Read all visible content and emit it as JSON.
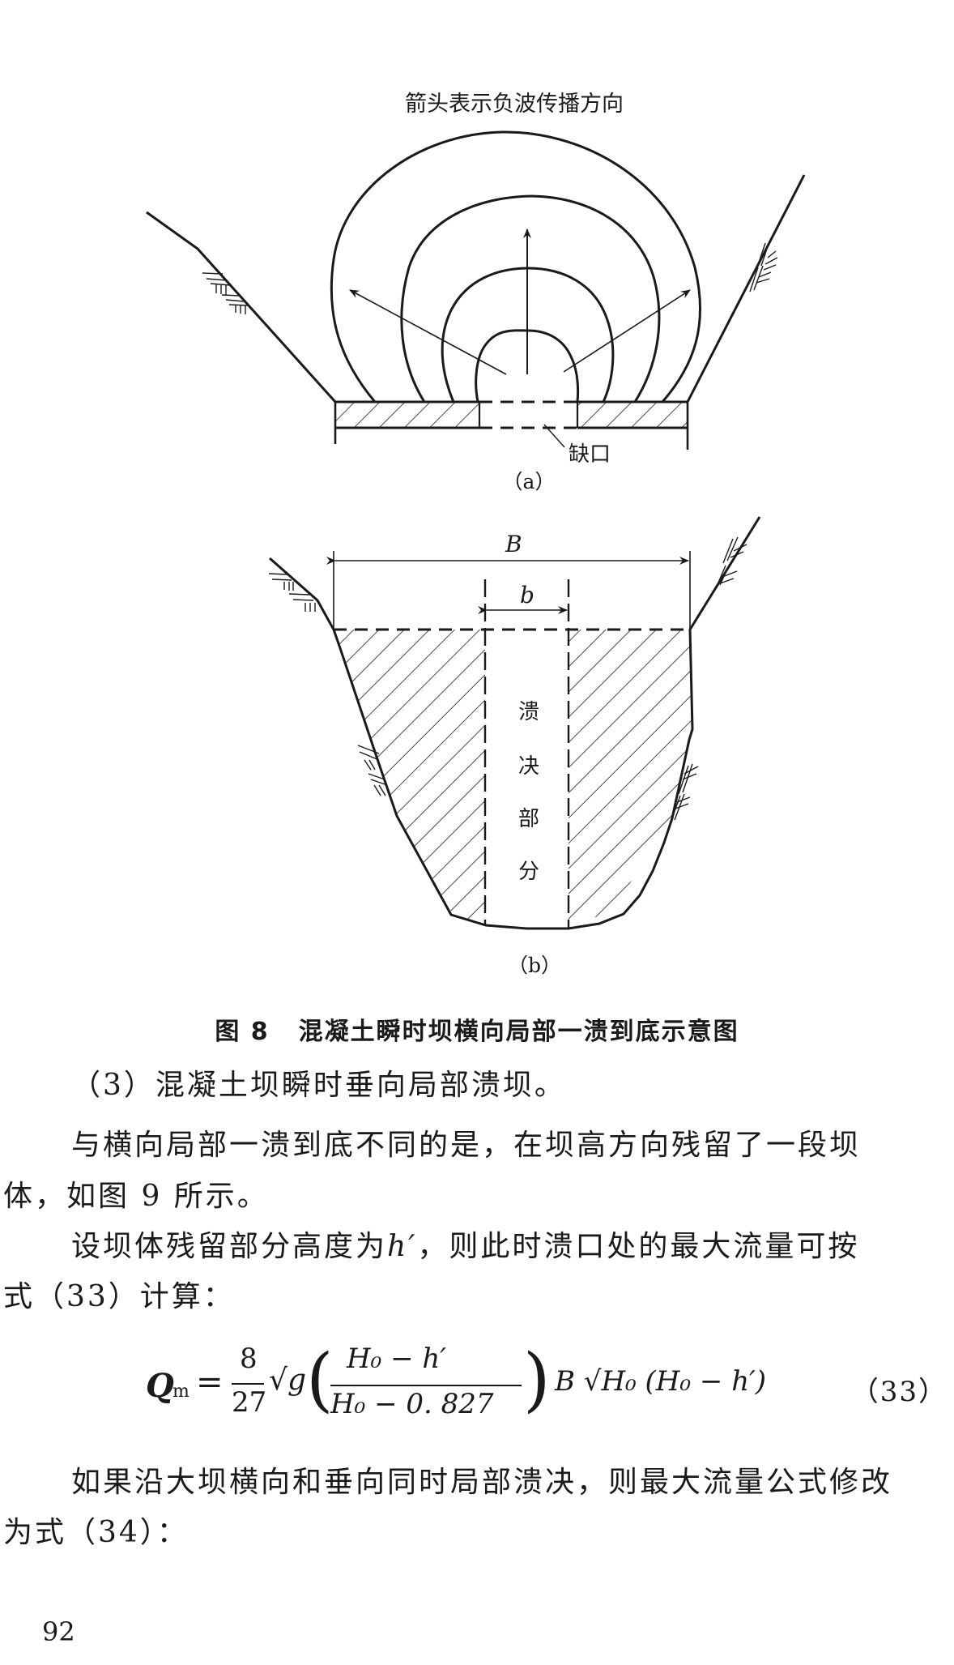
{
  "figure": {
    "note": "箭头表示负波传播方向",
    "panel_a": {
      "label": "（a）",
      "gap_label": "缺口"
    },
    "panel_b": {
      "label": "（b）",
      "width_label_B": "B",
      "width_label_b": "b",
      "breach_text": [
        "溃",
        "决",
        "部",
        "分"
      ]
    },
    "caption_num": "图 8",
    "caption_text": "混凝土瞬时坝横向局部一溃到底示意图"
  },
  "body": {
    "lines": [
      "（3）混凝土坝瞬时垂向局部溃坝。",
      "与横向局部一溃到底不同的是，在坝高方向残留了一段坝",
      "体，如图 9 所示。",
      "设坝体残留部分高度为",
      "，则此时溃口处的最大流量可按",
      "式（33）计算：",
      "如果沿大坝横向和垂向同时局部溃决，则最大流量公式修改",
      "为式（34）："
    ],
    "var_h_prime": "h′"
  },
  "equation": {
    "lhs": "Q",
    "lhs_sub": "m",
    "equals": "=",
    "coef_num": "8",
    "coef_den": "27",
    "sqrt_g": "√g",
    "inner_num": "H₀ − h′",
    "inner_den": "H₀ − 0. 827",
    "tail": "B √H₀ (H₀ − h′)",
    "number": "（33）"
  },
  "page_number": "92"
}
